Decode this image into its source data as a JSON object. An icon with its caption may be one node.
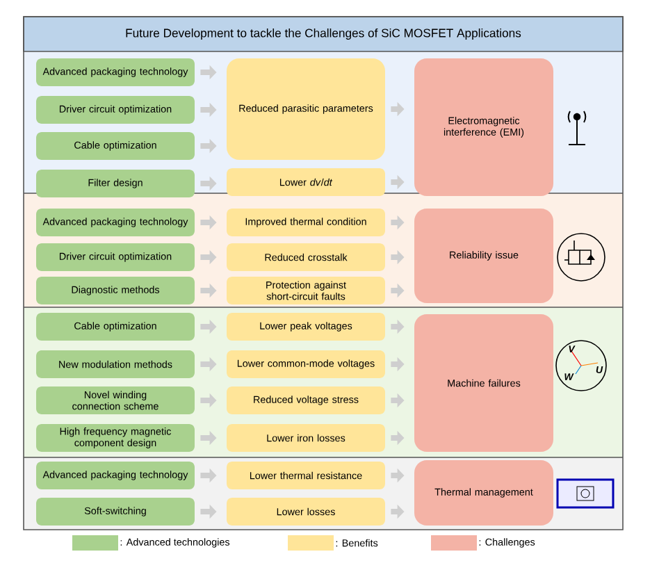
{
  "diagram": {
    "title": "Future Development to tackle the Challenges of SiC MOSFET Applications",
    "nodes": [
      {
        "text": [
          "Advanced packaging technology"
        ]
      },
      {
        "text": [
          "Driver circuit optimization"
        ]
      },
      {
        "text": [
          "Cable optimization"
        ]
      },
      {
        "text": [
          "Filter design"
        ]
      },
      {
        "text": [
          "Reduced parasitic parameters"
        ]
      },
      {
        "text": [
          "Lower *dv*/*dt*"
        ]
      },
      {
        "text": [
          "Electromagnetic interference (EMI)"
        ]
      },
      {
        "text": [
          "Advanced packaging technology"
        ]
      },
      {
        "text": [
          "Driver circuit optimization"
        ]
      },
      {
        "text": [
          "Diagnostic methods"
        ]
      },
      {
        "text": [
          "Improved thermal condition"
        ]
      },
      {
        "text": [
          "Reduced crosstalk"
        ]
      },
      {
        "text": [
          "Protection against short-circuit faults"
        ]
      },
      {
        "text": [
          "Reliability issue"
        ]
      },
      {
        "text": [
          "Cable optimization"
        ]
      },
      {
        "text": [
          "New modulation methods"
        ]
      },
      {
        "text": [
          "Novel winding connection scheme"
        ]
      },
      {
        "text": [
          "High frequency magnetic component design"
        ]
      },
      {
        "text": [
          "Lower peak voltages"
        ]
      },
      {
        "text": [
          "Lower common-mode voltages"
        ]
      },
      {
        "text": [
          "Reduced voltage stress"
        ]
      },
      {
        "text": [
          "Lower iron losses"
        ]
      },
      {
        "text": [
          "Machine failures"
        ]
      },
      {
        "text": [
          "Advanced packaging technology"
        ]
      },
      {
        "text": [
          "Soft-switching"
        ]
      },
      {
        "text": [
          "Lower thermal resistance"
        ]
      },
      {
        "text": [
          "Lower losses"
        ]
      },
      {
        "text": [
          "Thermal management"
        ]
      }
    ],
    "edges": [
      {
        "from": 0,
        "to": 4,
        "arrow": "to"
      },
      {
        "from": 1,
        "to": 4,
        "arrow": "to"
      },
      {
        "from": 2,
        "to": 4,
        "arrow": "to"
      },
      {
        "from": 3,
        "to": 5,
        "arrow": "to"
      },
      {
        "from": 4,
        "to": 6,
        "arrow": "to"
      },
      {
        "from": 5,
        "to": 6,
        "arrow": "to"
      },
      {
        "from": 7,
        "to": 10,
        "arrow": "to"
      },
      {
        "from": 8,
        "to": 11,
        "arrow": "to"
      },
      {
        "from": 9,
        "to": 12,
        "arrow": "to"
      },
      {
        "from": 10,
        "to": 13,
        "arrow": "to"
      },
      {
        "from": 11,
        "to": 13,
        "arrow": "to"
      },
      {
        "from": 12,
        "to": 13,
        "arrow": "to"
      },
      {
        "from": 14,
        "to": 18,
        "arrow": "to"
      },
      {
        "from": 15,
        "to": 19,
        "arrow": "to"
      },
      {
        "from": 16,
        "to": 20,
        "arrow": "to"
      },
      {
        "from": 17,
        "to": 21,
        "arrow": "to"
      },
      {
        "from": 18,
        "to": 22,
        "arrow": "to"
      },
      {
        "from": 19,
        "to": 22,
        "arrow": "to"
      },
      {
        "from": 20,
        "to": 22,
        "arrow": "to"
      },
      {
        "from": 21,
        "to": 22,
        "arrow": "to"
      },
      {
        "from": 23,
        "to": 25,
        "arrow": "to"
      },
      {
        "from": 24,
        "to": 26,
        "arrow": "to"
      },
      {
        "from": 25,
        "to": 27,
        "arrow": "to"
      },
      {
        "from": 26,
        "to": 27,
        "arrow": "to"
      }
    ],
    "labels": [
      "V",
      "U",
      "W"
    ],
    "legend": [
      {
        "text": ": Advanced technologies",
        "color": "#a9d18e"
      },
      {
        "text": ": Benefits",
        "color": "#ffe599"
      },
      {
        "text": ": Challenges",
        "color": "#f4b3a6"
      }
    ]
  }
}
